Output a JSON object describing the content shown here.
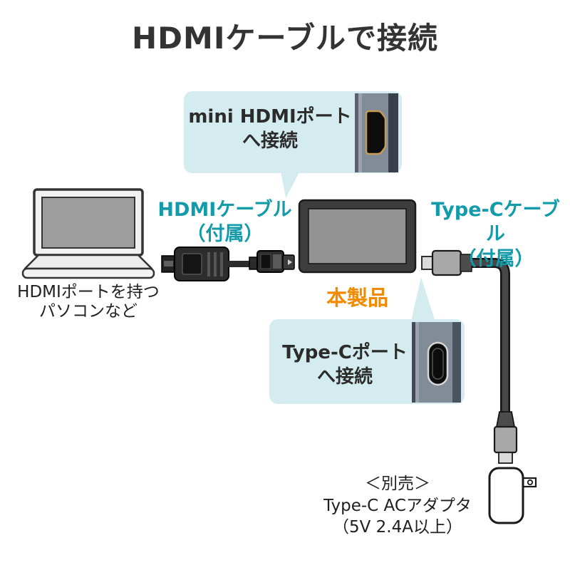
{
  "diagram": {
    "title": "HDMIケーブルで接続",
    "laptop_caption": "HDMIポートを持つ\nパソコンなど",
    "hdmi_cable_label": "HDMIケーブル\n（付属）",
    "typec_cable_label": "Type-Cケーブル\n（付属）",
    "product_label": "本製品",
    "mini_hdmi_callout": "mini HDMIポート\nへ接続",
    "typec_callout": "Type-Cポート\nへ接続",
    "ac_adapter_caption": "＜別売＞\nType-C ACアダプタ\n（5V 2.4A以上）",
    "colors": {
      "accent_teal": "#139baa",
      "accent_orange": "#f28a00",
      "callout_bg": "#d4ecef",
      "text_dark": "#333333"
    }
  }
}
